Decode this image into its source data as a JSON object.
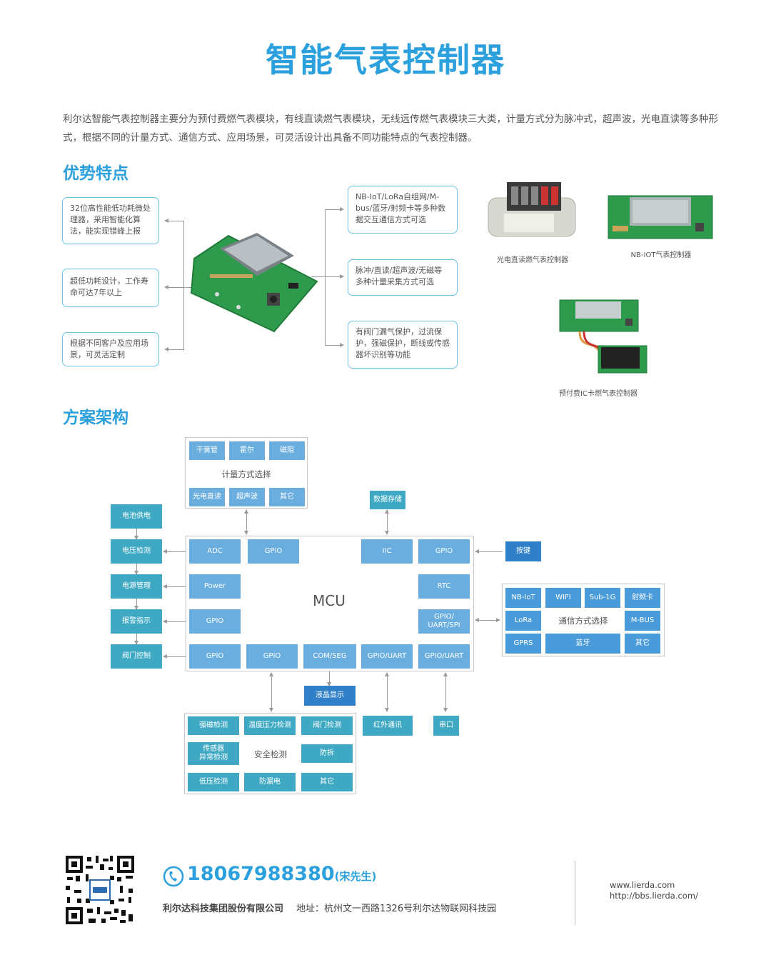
{
  "title": "智能气表控制器",
  "intro": "利尔达智能气表控制器主要分为预付费燃气表模块，有线直读燃气表模块，无线远传燃气表模块三大类，计量方式分为脉冲式，超声波，光电直读等多种形式，根据不同的计量方式、通信方式、应用场景，可灵活设计出具备不同功能特点的气表控制器。",
  "features": {
    "heading": "优势特点",
    "left": [
      "32位高性能低功耗微处理器，采用智能化算法，能实现错峰上报",
      "超低功耗设计，工作寿命可达7年以上",
      "根据不同客户及应用场景，可灵活定制"
    ],
    "right": [
      "NB-IoT/LoRa自组网/M-bus/蓝牙/射频卡等多种数据交互通信方式可选",
      "脉冲/直读/超声波/无磁等多种计量采集方式可选",
      "有阀门漏气保护，过流保护，强磁保护，断线或传感器坏识别等功能"
    ],
    "products": [
      "光电直读燃气表控制器",
      "NB-IOT气表控制器",
      "预付费IC卡燃气表控制器"
    ]
  },
  "architecture": {
    "heading": "方案架构",
    "metering": {
      "label": "计量方式选择",
      "top": [
        "干簧管",
        "霍尔",
        "磁阻"
      ],
      "bottom": [
        "光电直读",
        "超声波",
        "其它"
      ]
    },
    "storage": "数据存储",
    "left_chain": [
      "电池供电",
      "电压检测",
      "电源管理",
      "报警指示",
      "阀门控制"
    ],
    "mcu": {
      "label": "MCU",
      "top": [
        "ADC",
        "GPIO",
        "IIC",
        "GPIO"
      ],
      "left": [
        "Power",
        "GPIO"
      ],
      "right": [
        "RTC",
        "GPIO/\nUART/SPI"
      ],
      "bottom": [
        "GPIO",
        "GPIO",
        "COM/SEG",
        "GPIO/UART",
        "GPIO/UART"
      ]
    },
    "key": "按键",
    "comm": {
      "label": "通信方式选择",
      "row1": [
        "NB-IoT",
        "WIFI",
        "Sub-1G",
        "射频卡"
      ],
      "row2": [
        "LoRa",
        "M-BUS"
      ],
      "row3": [
        "GPRS",
        "蓝牙",
        "其它"
      ]
    },
    "lcd": "液晶显示",
    "ir": "红外通讯",
    "serial": "串口",
    "safety": {
      "label": "安全检测",
      "row1": [
        "强磁检测",
        "温度压力检测",
        "阀门检测"
      ],
      "row2": [
        "传感器\n异常检测",
        "防拆"
      ],
      "row3": [
        "低压检测",
        "防漏电",
        "其它"
      ]
    }
  },
  "footer": {
    "phone": "18067988380",
    "contact": "(宋先生)",
    "company": "利尔达科技集团股份有限公司",
    "address": "地址：杭州文一西路1326号利尔达物联网科技园",
    "web1": "www.lierda.com",
    "web2": "http://bbs.lierda.com/"
  }
}
